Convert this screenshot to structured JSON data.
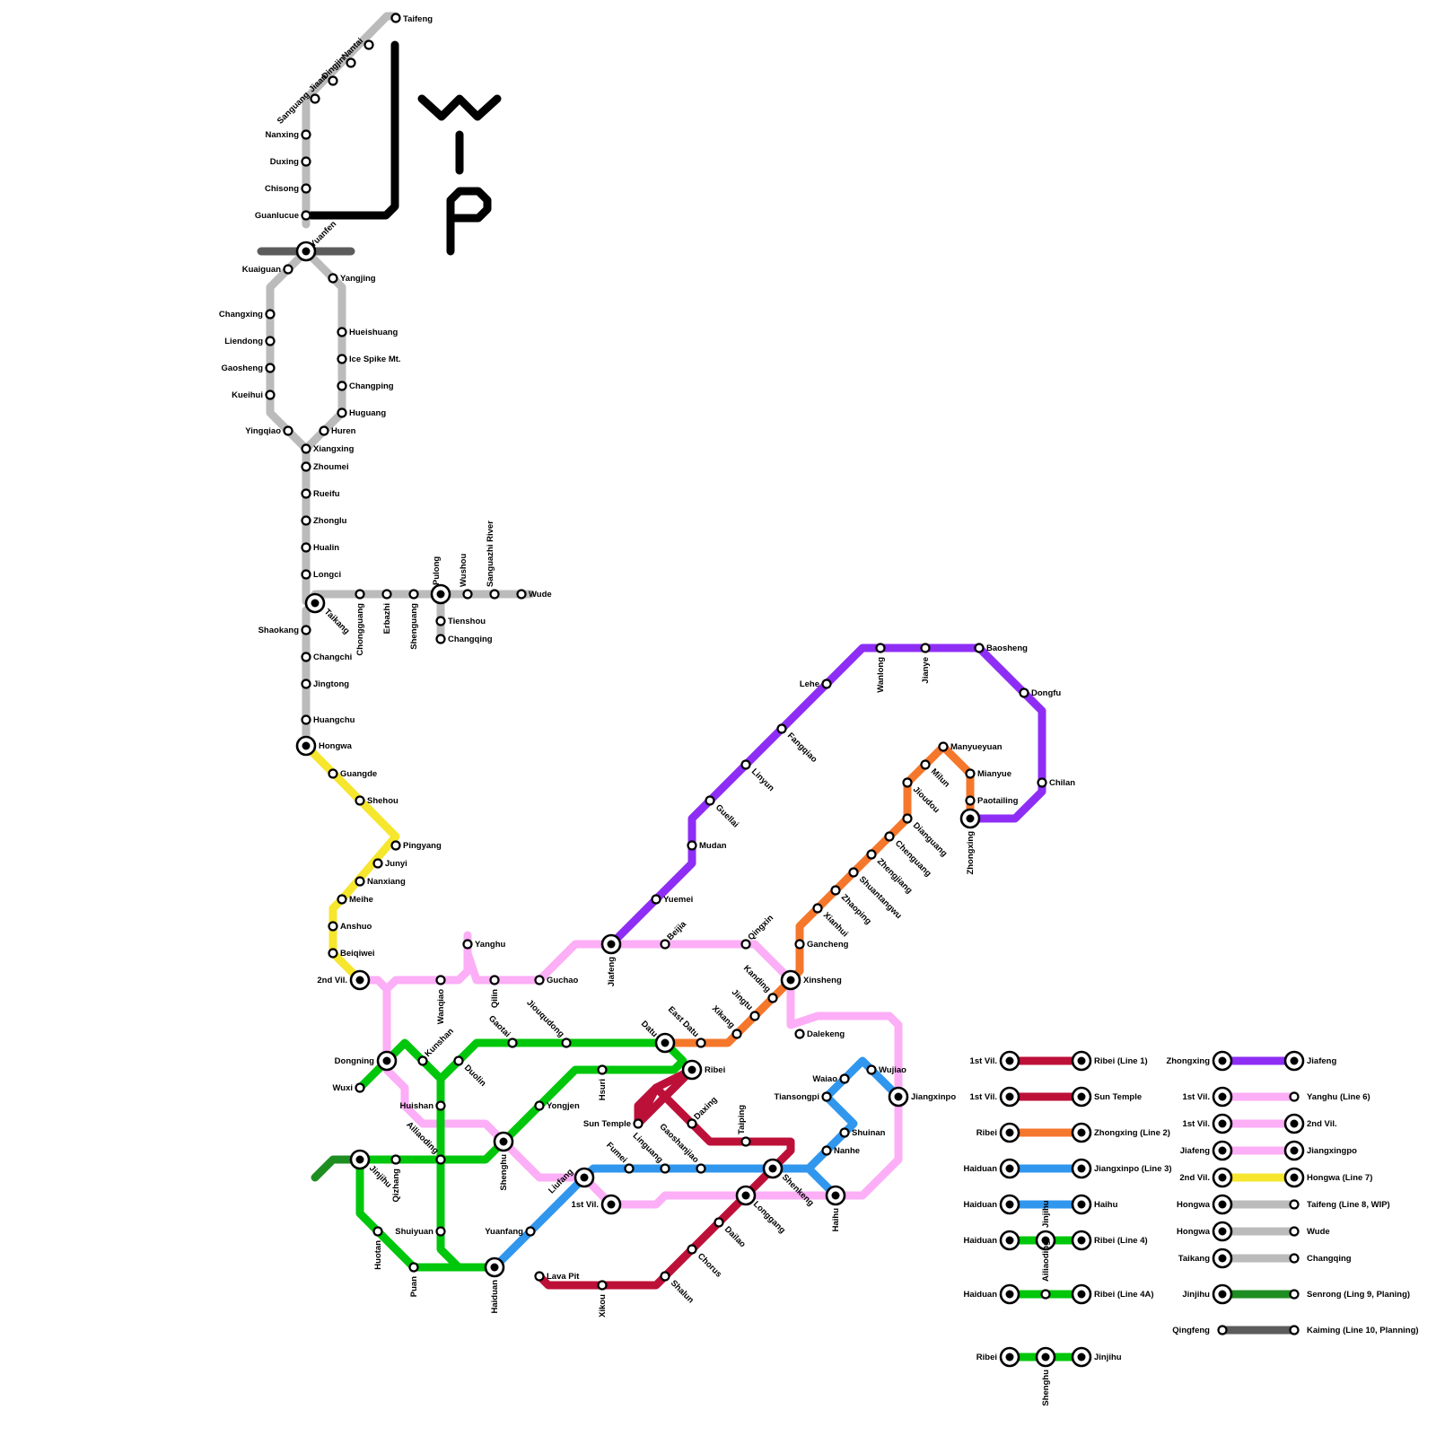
{
  "colors": {
    "line1": "#BD1038",
    "line2": "#F5772C",
    "line3": "#3096EE",
    "line4": "#00C70B",
    "line5": "#8E2EF5",
    "line6": "#FCAEF6",
    "line7": "#F6E62D",
    "line8": "#BBBBBB",
    "line9": "#1F8E22",
    "line10": "#5C5C5C",
    "black": "#000000"
  },
  "logo": {
    "icon": "wp-logo-icon"
  },
  "stations": [
    {
      "id": "taifeng",
      "name": "Taifeng"
    },
    {
      "id": "nantai",
      "name": "Nantai"
    },
    {
      "id": "dingjin",
      "name": "Dingjin"
    },
    {
      "id": "jiaan",
      "name": "Jiaan"
    },
    {
      "id": "sanguang",
      "name": "Sanguang"
    },
    {
      "id": "nanxing",
      "name": "Nanxing"
    },
    {
      "id": "duxing",
      "name": "Duxing"
    },
    {
      "id": "chisong",
      "name": "Chisong"
    },
    {
      "id": "guanlucue",
      "name": "Guanlucue"
    },
    {
      "id": "yuanfen",
      "name": "Yuanfen"
    },
    {
      "id": "kuaiguan",
      "name": "Kuaiguan"
    },
    {
      "id": "yangjing",
      "name": "Yangjing"
    },
    {
      "id": "changxing",
      "name": "Changxing"
    },
    {
      "id": "liendong",
      "name": "Liendong"
    },
    {
      "id": "gaosheng",
      "name": "Gaosheng"
    },
    {
      "id": "kueihui",
      "name": "Kueihui"
    },
    {
      "id": "yingqiao",
      "name": "Yingqiao"
    },
    {
      "id": "hueishuang",
      "name": "Hueishuang"
    },
    {
      "id": "icespike",
      "name": "Ice Spike Mt."
    },
    {
      "id": "changping",
      "name": "Changping"
    },
    {
      "id": "huguang",
      "name": "Huguang"
    },
    {
      "id": "huren",
      "name": "Huren"
    },
    {
      "id": "xiangxing",
      "name": "Xiangxing"
    },
    {
      "id": "zhoumei",
      "name": "Zhoumei"
    },
    {
      "id": "rueifu",
      "name": "Rueifu"
    },
    {
      "id": "zhonglu",
      "name": "Zhonglu"
    },
    {
      "id": "hualin",
      "name": "Hualin"
    },
    {
      "id": "longci",
      "name": "Longci"
    },
    {
      "id": "taikang",
      "name": "Taikang"
    },
    {
      "id": "chongguang",
      "name": "Chongguang"
    },
    {
      "id": "erbazhi",
      "name": "Erbazhi"
    },
    {
      "id": "shenguang",
      "name": "Shenguang"
    },
    {
      "id": "pulong",
      "name": "Pulong"
    },
    {
      "id": "wushou",
      "name": "Wushou"
    },
    {
      "id": "sanguazhi",
      "name": "Sanguazhi River"
    },
    {
      "id": "wude",
      "name": "Wude"
    },
    {
      "id": "tienshou",
      "name": "Tienshou"
    },
    {
      "id": "changqing",
      "name": "Changqing"
    },
    {
      "id": "shaokang",
      "name": "Shaokang"
    },
    {
      "id": "changchi",
      "name": "Changchi"
    },
    {
      "id": "jingtong",
      "name": "Jingtong"
    },
    {
      "id": "huangchu",
      "name": "Huangchu"
    },
    {
      "id": "hongwa",
      "name": "Hongwa"
    },
    {
      "id": "guangde",
      "name": "Guangde"
    },
    {
      "id": "shehou",
      "name": "Shehou"
    },
    {
      "id": "pingyang",
      "name": "Pingyang"
    },
    {
      "id": "junyi",
      "name": "Junyi"
    },
    {
      "id": "nanxiang",
      "name": "Nanxiang"
    },
    {
      "id": "meihe",
      "name": "Meihe"
    },
    {
      "id": "anshuo",
      "name": "Anshuo"
    },
    {
      "id": "beiqiwei",
      "name": "Beiqiwei"
    },
    {
      "id": "vil2",
      "name": "2nd Vil."
    },
    {
      "id": "wanqiao",
      "name": "Wanqiao"
    },
    {
      "id": "yanghu",
      "name": "Yanghu"
    },
    {
      "id": "qilin",
      "name": "Qilin"
    },
    {
      "id": "guchao",
      "name": "Guchao"
    },
    {
      "id": "jiafeng",
      "name": "Jiafeng"
    },
    {
      "id": "beijia",
      "name": "Beijia"
    },
    {
      "id": "qingxin",
      "name": "Qingxin"
    },
    {
      "id": "xinsheng",
      "name": "Xinsheng"
    },
    {
      "id": "dalekeng",
      "name": "Dalekeng"
    },
    {
      "id": "jiangxinpo",
      "name": "Jiangxinpo"
    },
    {
      "id": "haihu",
      "name": "Haihu"
    },
    {
      "id": "longgang",
      "name": "Longgang"
    },
    {
      "id": "vil1",
      "name": "1st Vil."
    },
    {
      "id": "liufang",
      "name": "Liufang"
    },
    {
      "id": "shenghu",
      "name": "Shenghu"
    },
    {
      "id": "dongning",
      "name": "Dongning"
    },
    {
      "id": "huishan",
      "name": "Huishan"
    },
    {
      "id": "kunshan",
      "name": "Kunshan"
    },
    {
      "id": "duolin",
      "name": "Duolin"
    },
    {
      "id": "gaotai",
      "name": "Gaotai"
    },
    {
      "id": "jiuqudong",
      "name": "Jiouqudong"
    },
    {
      "id": "datu",
      "name": "Datu"
    },
    {
      "id": "ribei",
      "name": "Ribei"
    },
    {
      "id": "hsuri",
      "name": "Hsuri"
    },
    {
      "id": "yongjen",
      "name": "Yongjen"
    },
    {
      "id": "wuxi",
      "name": "Wuxi"
    },
    {
      "id": "jinjihu",
      "name": "Jinjihu"
    },
    {
      "id": "qizhang",
      "name": "Qizhang"
    },
    {
      "id": "ailiaoding",
      "name": "Ailiaoding"
    },
    {
      "id": "shuiyuan",
      "name": "Shuiyuan"
    },
    {
      "id": "huotan",
      "name": "Huotan"
    },
    {
      "id": "puan",
      "name": "Puan"
    },
    {
      "id": "haiduan",
      "name": "Haiduan"
    },
    {
      "id": "yuanfang",
      "name": "Yuanfang"
    },
    {
      "id": "fumei",
      "name": "Fumei"
    },
    {
      "id": "linguang",
      "name": "Linguang"
    },
    {
      "id": "gaoshanjiao",
      "name": "Gaoshanjiao"
    },
    {
      "id": "shenkeng",
      "name": "Shenkeng"
    },
    {
      "id": "nanhe",
      "name": "Nanhe"
    },
    {
      "id": "shuinan",
      "name": "Shuinan"
    },
    {
      "id": "tiansongpi",
      "name": "Tiansongpi"
    },
    {
      "id": "waiao",
      "name": "Waiao"
    },
    {
      "id": "wujiao",
      "name": "Wujiao"
    },
    {
      "id": "suntemple",
      "name": "Sun Temple"
    },
    {
      "id": "daxing",
      "name": "Daxing"
    },
    {
      "id": "taiping",
      "name": "Taiping"
    },
    {
      "id": "lavapit",
      "name": "Lava Pit"
    },
    {
      "id": "xikou",
      "name": "Xikou"
    },
    {
      "id": "shalun",
      "name": "Shalun"
    },
    {
      "id": "chorus",
      "name": "Chorus"
    },
    {
      "id": "dailao",
      "name": "Dailao"
    },
    {
      "id": "eastdatu",
      "name": "East Datu"
    },
    {
      "id": "xikang",
      "name": "Xikang"
    },
    {
      "id": "jingtu",
      "name": "Jingtu"
    },
    {
      "id": "kanding",
      "name": "Kanding"
    },
    {
      "id": "gancheng",
      "name": "Gancheng"
    },
    {
      "id": "xianhui",
      "name": "Xianhui"
    },
    {
      "id": "zhaoping",
      "name": "Zhaoping"
    },
    {
      "id": "shuantangwu",
      "name": "Shuantangwu"
    },
    {
      "id": "zhengjiang",
      "name": "Zhengjiang"
    },
    {
      "id": "chenguang",
      "name": "Chenguang"
    },
    {
      "id": "dianguang",
      "name": "Dianguang"
    },
    {
      "id": "jioudou",
      "name": "Jioudou"
    },
    {
      "id": "milun",
      "name": "Milun"
    },
    {
      "id": "manyueyuan",
      "name": "Manyueyuan"
    },
    {
      "id": "mianyue",
      "name": "Mianyue"
    },
    {
      "id": "paotailing",
      "name": "Paotailing"
    },
    {
      "id": "zhongxing",
      "name": "Zhongxing"
    },
    {
      "id": "chilan",
      "name": "Chilan"
    },
    {
      "id": "dongfu",
      "name": "Dongfu"
    },
    {
      "id": "baosheng",
      "name": "Baosheng"
    },
    {
      "id": "jianye",
      "name": "Jianye"
    },
    {
      "id": "wanlong",
      "name": "Wanlong"
    },
    {
      "id": "lehe",
      "name": "Lehe"
    },
    {
      "id": "fangqiao",
      "name": "Fangqiao"
    },
    {
      "id": "linyun",
      "name": "Linyun"
    },
    {
      "id": "guellai",
      "name": "Guellai"
    },
    {
      "id": "mudan",
      "name": "Mudan"
    },
    {
      "id": "yuemei",
      "name": "Yuemei"
    },
    {
      "id": "qingfeng",
      "name": "Qingfeng"
    }
  ],
  "legend": [
    {
      "from": "1st Vil.",
      "to": "Ribei (Line 1)",
      "line": "line1"
    },
    {
      "from": "1st Vil.",
      "to": "Sun Temple",
      "line": "line1"
    },
    {
      "from": "Ribei",
      "to": "Zhongxing (Line 2)",
      "line": "line2"
    },
    {
      "from": "Haiduan",
      "to": "Jiangxinpo (Line 3)",
      "line": "line3"
    },
    {
      "from": "Haiduan",
      "to": "Haihu",
      "line": "line3"
    },
    {
      "from": "Haiduan",
      "mid": "Jinjihu",
      "to": "Ribei (Line 4)",
      "line": "line4"
    },
    {
      "from": "Haiduan",
      "mid": "Ailiaoding",
      "to": "Ribei (Line 4A)",
      "line": "line4"
    },
    {
      "from": "Ribei",
      "mid": "Shenghu",
      "to": "Jinjihu",
      "line": "line4"
    },
    {
      "from": "Zhongxing",
      "to": "Jiafeng",
      "line": "line5"
    },
    {
      "from": "1st Vil.",
      "to": "Yanghu (Line 6)",
      "line": "line6"
    },
    {
      "from": "1st Vil.",
      "to": "2nd Vil.",
      "line": "line6"
    },
    {
      "from": "Jiafeng",
      "to": "Jiangxingpo",
      "line": "line6"
    },
    {
      "from": "2nd Vil.",
      "to": "Hongwa (Line 7)",
      "line": "line7"
    },
    {
      "from": "Hongwa",
      "to": "Taifeng (Line 8, WIP)",
      "line": "line8"
    },
    {
      "from": "Hongwa",
      "to": "Wude",
      "line": "line8"
    },
    {
      "from": "Taikang",
      "to": "Changqing",
      "line": "line8"
    },
    {
      "from": "Jinjihu",
      "to": "Senrong (Ling 9, Planing)",
      "line": "line9"
    },
    {
      "from": "Qingfeng",
      "to": "Kaiming (Line 10, Planning)",
      "line": "line10"
    }
  ]
}
